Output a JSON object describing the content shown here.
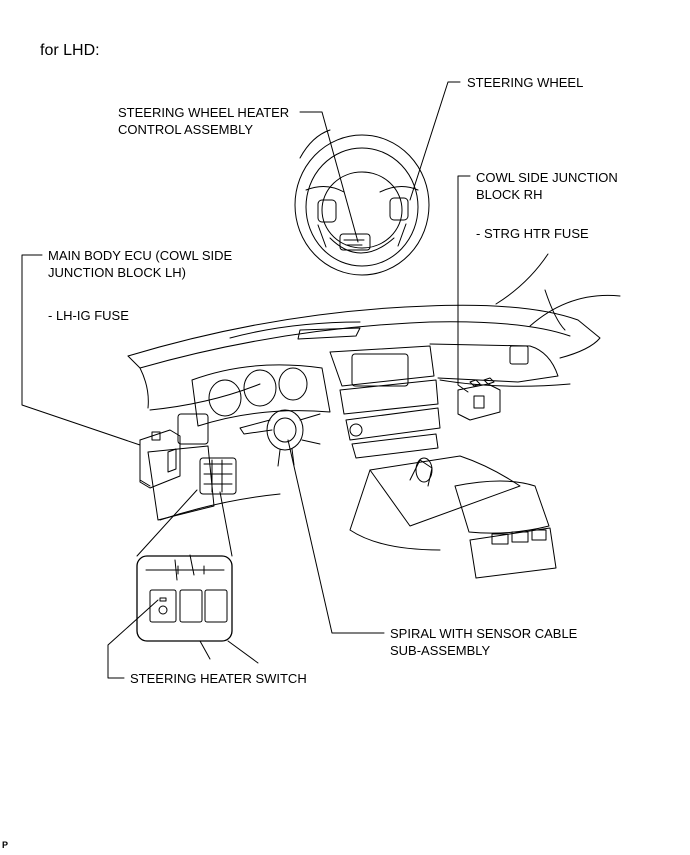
{
  "heading": "for LHD:",
  "labels": {
    "steering_wheel": "STEERING WHEEL",
    "heater_control": [
      "STEERING WHEEL HEATER",
      "CONTROL ASSEMBLY"
    ],
    "cowl_rh": [
      "COWL SIDE JUNCTION",
      "BLOCK RH"
    ],
    "strg_htr_fuse": "- STRG HTR FUSE",
    "main_body_ecu": [
      "MAIN BODY ECU (COWL SIDE",
      "JUNCTION BLOCK LH)"
    ],
    "lh_ig_fuse": "- LH-IG FUSE",
    "spiral_cable": [
      "SPIRAL WITH SENSOR CABLE",
      "SUB-ASSEMBLY"
    ],
    "heater_switch": "STEERING HEATER SWITCH"
  },
  "footer_code": "P"
}
